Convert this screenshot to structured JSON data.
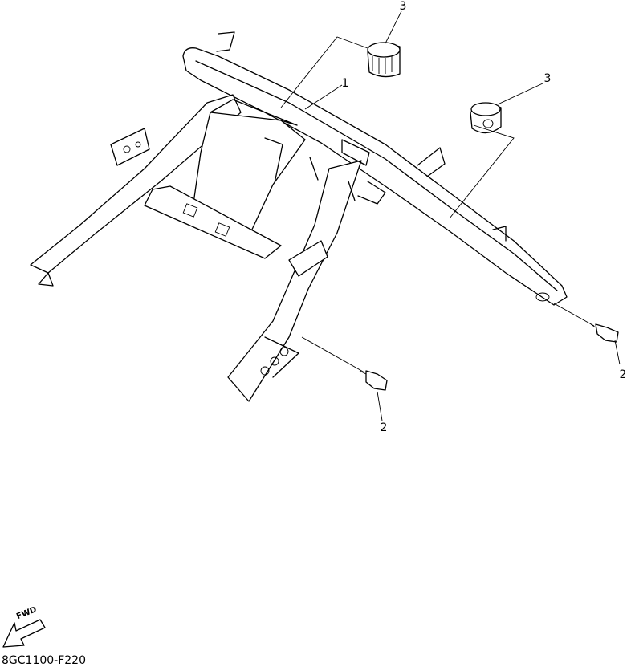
{
  "callouts": {
    "frame": "1",
    "bolt_right": "2",
    "bolt_center": "2",
    "cap_top": "3",
    "cap_right": "3"
  },
  "direction_arrow": {
    "label": "FWD"
  },
  "diagram_code": "8GC1100-F220"
}
